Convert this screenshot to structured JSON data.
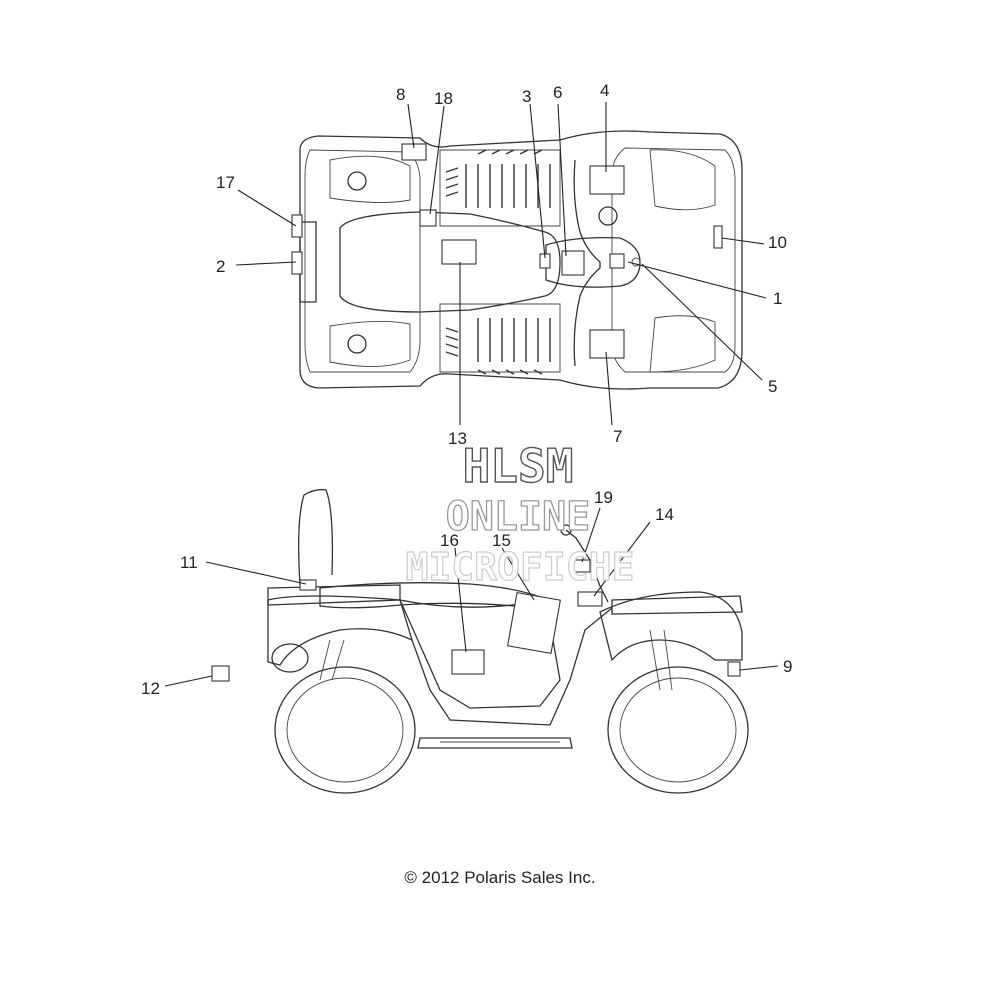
{
  "watermark": {
    "line1": "HLSM",
    "line2": "ONLINE",
    "line3": "MICROFICHE"
  },
  "callouts": {
    "c1": "1",
    "c2": "2",
    "c3": "3",
    "c4": "4",
    "c5": "5",
    "c6": "6",
    "c7": "7",
    "c8": "8",
    "c9": "9",
    "c10": "10",
    "c11": "11",
    "c12": "12",
    "c13": "13",
    "c14": "14",
    "c15": "15",
    "c16": "16",
    "c17": "17",
    "c18": "18",
    "c19": "19"
  },
  "footer": {
    "copyright": "© 2012  Polaris Sales Inc."
  }
}
